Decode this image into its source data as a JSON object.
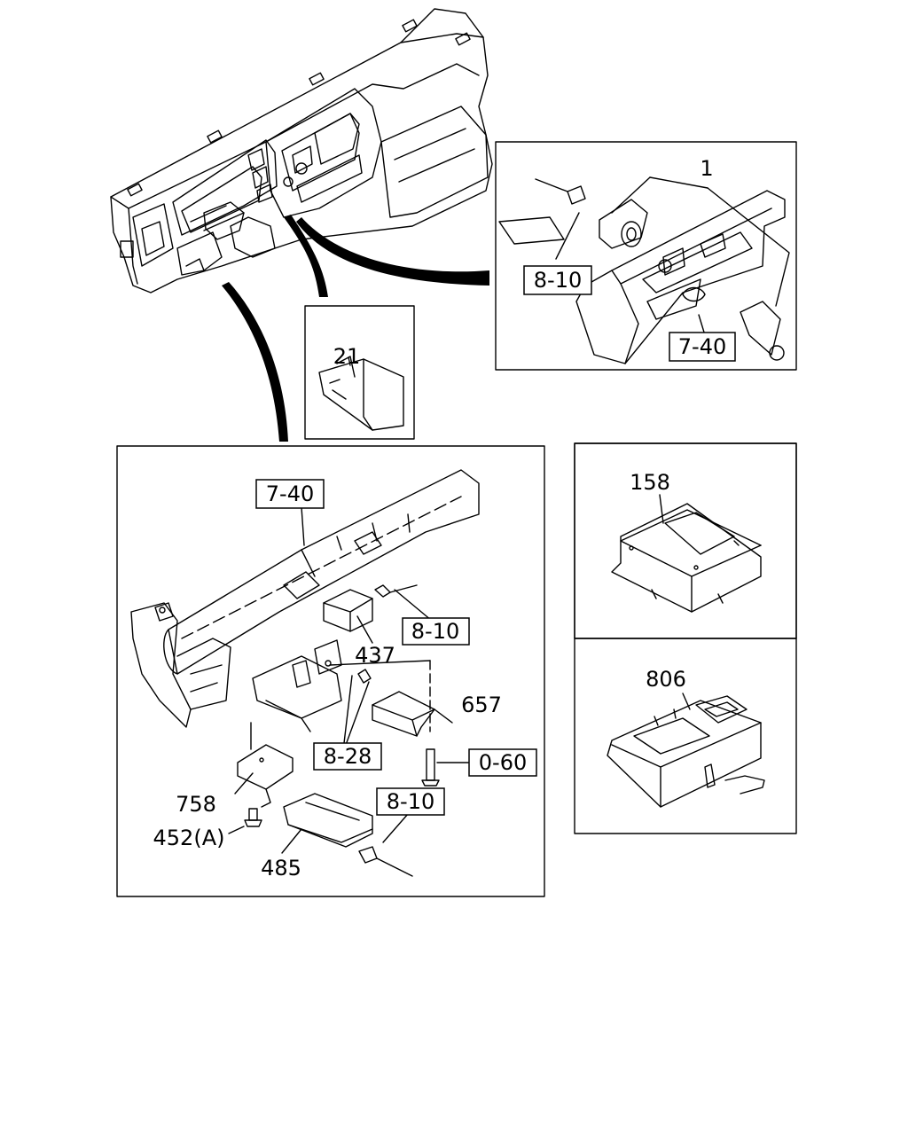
{
  "diagram": {
    "panels": {
      "top_right": {
        "callouts": {
          "part1": "1",
          "ref_8_10": "8-10",
          "ref_7_40": "7-40"
        }
      },
      "center_small": {
        "callouts": {
          "part21": "21"
        }
      },
      "main": {
        "callouts": {
          "ref_7_40": "7-40",
          "ref_8_10_a": "8-10",
          "part437": "437",
          "part657": "657",
          "ref_8_28": "8-28",
          "ref_0_60": "0-60",
          "part758": "758",
          "ref_8_10_b": "8-10",
          "part452": "452(A)",
          "part485": "485"
        }
      },
      "right_top": {
        "callouts": {
          "part158": "158"
        }
      },
      "right_bottom": {
        "callouts": {
          "part806": "806"
        }
      }
    }
  }
}
